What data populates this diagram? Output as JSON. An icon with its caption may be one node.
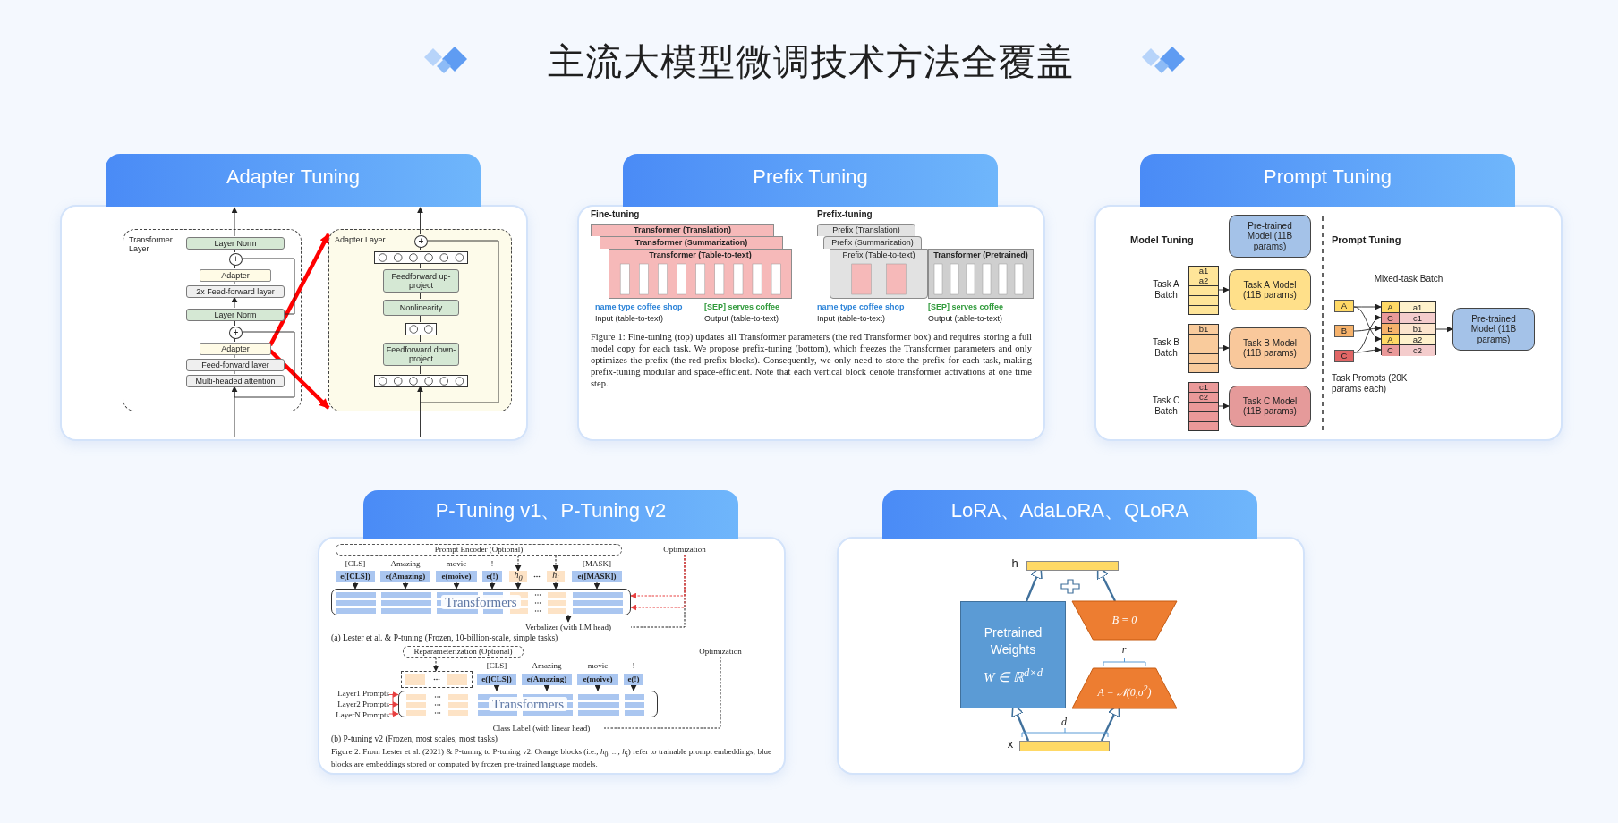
{
  "diagram": {
    "title": "主流大模型微调技术方法全覆盖",
    "nodes": [
      {
        "text": [
          "Adapter Tuning"
        ]
      },
      {
        "text": [
          "Transformer Layer"
        ],
        "in": 0
      },
      {
        "text": [
          "Layer Norm"
        ],
        "in": 1
      },
      {
        "text": [
          "+"
        ],
        "in": 1
      },
      {
        "text": [
          "Adapter"
        ],
        "in": 1
      },
      {
        "text": [
          "2x Feed-forward layer"
        ],
        "in": 1
      },
      {
        "text": [
          "Layer Norm"
        ],
        "in": 1
      },
      {
        "text": [
          "+"
        ],
        "in": 1
      },
      {
        "text": [
          "Adapter"
        ],
        "in": 1
      },
      {
        "text": [
          "Feed-forward layer"
        ],
        "in": 1
      },
      {
        "text": [
          "Multi-headed attention"
        ],
        "in": 1
      },
      {
        "text": [
          "Adapter Layer"
        ],
        "in": 0
      },
      {
        "text": [
          "+"
        ],
        "in": 11
      },
      {
        "text": [],
        "shape": "box",
        "in": 11
      },
      {
        "text": [
          "Feedforward up-project"
        ],
        "in": 11
      },
      {
        "text": [
          "Nonlinearity"
        ],
        "in": 11
      },
      {
        "text": [],
        "shape": "box",
        "in": 11
      },
      {
        "text": [
          "Feedforward down-project"
        ],
        "in": 11
      },
      {
        "text": [],
        "shape": "box",
        "in": 11
      },
      {
        "text": [
          "Prefix Tuning"
        ]
      },
      {
        "text": [
          "Transformer (Translation)"
        ],
        "in": 19
      },
      {
        "text": [
          "Transformer (Summarization)"
        ],
        "in": 19
      },
      {
        "text": [
          "Transformer (Table-to-text)"
        ],
        "in": 19
      },
      {
        "text": [
          "Prefix (Translation)"
        ],
        "in": 19
      },
      {
        "text": [
          "Prefix (Summarization)"
        ],
        "in": 19
      },
      {
        "text": [
          "Prefix (Table-to-text)"
        ],
        "in": 19
      },
      {
        "text": [
          "Transformer (Pretrained)"
        ],
        "in": 19
      },
      {
        "text": [
          "Prompt Tuning"
        ]
      },
      {
        "text": [
          "Pre-trained Model (11B params)"
        ],
        "in": 27
      },
      {
        "text": [
          "a1",
          "a2"
        ],
        "in": 27,
        "beside": [
          "Task A Batch"
        ]
      },
      {
        "text": [
          "Task A Model (11B params)"
        ],
        "in": 27
      },
      {
        "text": [
          "b1"
        ],
        "in": 27,
        "beside": [
          "Task B Batch"
        ]
      },
      {
        "text": [
          "Task B Model (11B params)"
        ],
        "in": 27
      },
      {
        "text": [
          "c1",
          "c2"
        ],
        "in": 27,
        "beside": [
          "Task C Batch"
        ]
      },
      {
        "text": [
          "Task C Model (11B params)"
        ],
        "in": 27
      },
      {
        "text": [
          "A"
        ],
        "in": 27
      },
      {
        "text": [
          "B"
        ],
        "in": 27
      },
      {
        "text": [
          "C"
        ],
        "in": 27
      },
      {
        "text": [
          "A",
          "a1",
          "C",
          "c1",
          "B",
          "b1",
          "A",
          "a2",
          "C",
          "c2"
        ],
        "in": 27,
        "beside": [
          "Mixed-task Batch"
        ]
      },
      {
        "text": [
          "Pre-trained Model (11B params)"
        ],
        "in": 27
      },
      {
        "text": [
          "P-Tuning v1、P-Tuning v2"
        ]
      },
      {
        "text": [
          "Prompt Encoder (Optional)"
        ],
        "in": 40
      },
      {
        "text": [
          "e([CLS])"
        ],
        "in": 40
      },
      {
        "text": [
          "e(Amazing)"
        ],
        "in": 40
      },
      {
        "text": [
          "e(moive)"
        ],
        "in": 40
      },
      {
        "text": [
          "e(!)"
        ],
        "in": 40
      },
      {
        "text": [
          "*h*$_{0}$"
        ],
        "in": 40
      },
      {
        "text": [
          "*h*$_{i}$"
        ],
        "in": 40
      },
      {
        "text": [
          "e([MASK])"
        ],
        "in": 40
      },
      {
        "text": [
          "Transformers"
        ],
        "in": 40
      },
      {
        "text": [
          "Reparameterization (Optional)"
        ],
        "in": 40
      },
      {
        "text": [
          "e([CLS])"
        ],
        "in": 40
      },
      {
        "text": [
          "e(Amazing)"
        ],
        "in": 40
      },
      {
        "text": [
          "e(moive)"
        ],
        "in": 40
      },
      {
        "text": [
          "e(!)"
        ],
        "in": 40
      },
      {
        "text": [
          "Transformers"
        ],
        "in": 40
      },
      {
        "text": [
          "LoRA、AdaLoRA、QLoRA"
        ]
      },
      {
        "text": [],
        "shape": "bar",
        "in": 56,
        "beside": [
          "h"
        ]
      },
      {
        "text": [
          "Pretrained Weights",
          "W ∈ ℝ$^{d×d}$"
        ],
        "in": 56
      },
      {
        "text": [
          "B = 0"
        ],
        "in": 56
      },
      {
        "text": [
          "A = 𝒩(0,σ$^{2}$)"
        ],
        "in": 56
      },
      {
        "text": [],
        "shape": "bar",
        "in": 56,
        "beside": [
          "x"
        ]
      },
      {
        "text": [
          "Optimization"
        ],
        "in": 40
      },
      {
        "text": [
          "Verbalizer (with LM head)"
        ],
        "in": 40
      },
      {
        "text": [
          "Optimization"
        ],
        "in": 40
      },
      {
        "text": [
          "Layer1 Prompts"
        ],
        "in": 40
      },
      {
        "text": [
          "Layer2 Prompts"
        ],
        "in": 40
      },
      {
        "text": [
          "LayerN Prompts"
        ],
        "in": 40
      },
      {
        "text": [
          "Class Label (with linear head)"
        ],
        "in": 40
      },
      {
        "text": [],
        "shape": "box",
        "in": 40
      }
    ],
    "edges": [
      {
        "from": null,
        "to": 10,
        "arrow": "to"
      },
      {
        "from": 10,
        "to": 9,
        "arrow": "none"
      },
      {
        "from": 9,
        "to": 8,
        "arrow": "none"
      },
      {
        "from": 8,
        "to": 7,
        "arrow": "none"
      },
      {
        "from": 7,
        "to": 6,
        "arrow": "none"
      },
      {
        "from": 6,
        "to": 5,
        "arrow": "to"
      },
      {
        "from": 5,
        "to": 4,
        "arrow": "none"
      },
      {
        "from": 4,
        "to": 3,
        "arrow": "none"
      },
      {
        "from": 3,
        "to": 2,
        "arrow": "none"
      },
      {
        "from": 2,
        "to": null,
        "arrow": "to"
      },
      {
        "from": 8,
        "to": 11,
        "arrow": "to",
        "style": "thick",
        "color": "#ff0000"
      },
      {
        "from": 8,
        "to": 11,
        "arrow": "to",
        "style": "thick",
        "color": "#ff0000"
      },
      {
        "from": null,
        "to": 18,
        "arrow": "to"
      },
      {
        "from": 18,
        "to": 17,
        "arrow": "none"
      },
      {
        "from": 17,
        "to": 16,
        "arrow": "none"
      },
      {
        "from": 16,
        "to": 15,
        "arrow": "none"
      },
      {
        "from": 15,
        "to": 14,
        "arrow": "none"
      },
      {
        "from": 14,
        "to": 13,
        "arrow": "none"
      },
      {
        "from": 13,
        "to": 12,
        "arrow": "none"
      },
      {
        "from": 12,
        "to": null,
        "arrow": "to"
      },
      {
        "from": 29,
        "to": 30,
        "arrow": "to"
      },
      {
        "from": 31,
        "to": 32,
        "arrow": "to"
      },
      {
        "from": 33,
        "to": 34,
        "arrow": "to"
      },
      {
        "from": 35,
        "to": 38,
        "arrow": "to"
      },
      {
        "from": 35,
        "to": 38,
        "arrow": "to"
      },
      {
        "from": 36,
        "to": 38,
        "arrow": "to"
      },
      {
        "from": 37,
        "to": 38,
        "arrow": "to"
      },
      {
        "from": 37,
        "to": 38,
        "arrow": "to"
      },
      {
        "from": 38,
        "to": 39,
        "arrow": "to"
      },
      {
        "from": 41,
        "to": 46,
        "arrow": "to",
        "style": "dashed"
      },
      {
        "from": 41,
        "to": 47,
        "arrow": "to",
        "style": "dashed"
      },
      {
        "from": 42,
        "to": 49,
        "arrow": "to"
      },
      {
        "from": 43,
        "to": 49,
        "arrow": "to"
      },
      {
        "from": 44,
        "to": 49,
        "arrow": "to"
      },
      {
        "from": 45,
        "to": 49,
        "arrow": "to"
      },
      {
        "from": 46,
        "to": 49,
        "arrow": "to"
      },
      {
        "from": 47,
        "to": 49,
        "arrow": "to"
      },
      {
        "from": 48,
        "to": 49,
        "arrow": "to"
      },
      {
        "from": 49,
        "to": 63,
        "arrow": "to"
      },
      {
        "from": 50,
        "to": 69,
        "arrow": "to",
        "style": "dashed"
      },
      {
        "from": 51,
        "to": 55,
        "arrow": "to"
      },
      {
        "from": 52,
        "to": 55,
        "arrow": "to"
      },
      {
        "from": 53,
        "to": 55,
        "arrow": "to"
      },
      {
        "from": 54,
        "to": 55,
        "arrow": "to"
      },
      {
        "from": 61,
        "to": 58,
        "arrow": "to",
        "color": "#41719c"
      },
      {
        "from": 61,
        "to": 60,
        "arrow": "to",
        "color": "#41719c"
      },
      {
        "from": 58,
        "to": 57,
        "arrow": "to",
        "color": "#41719c"
      },
      {
        "from": 59,
        "to": 57,
        "arrow": "to",
        "color": "#41719c"
      },
      {
        "from": 10,
        "to": 7,
        "arrow": "none"
      },
      {
        "from": 6,
        "to": 3,
        "arrow": "none"
      },
      {
        "from": null,
        "to": 12,
        "arrow": "none"
      },
      {
        "from": 62,
        "to": 63,
        "arrow": "none",
        "style": "dashed"
      },
      {
        "from": 62,
        "to": 49,
        "arrow": "to",
        "style": "dashed",
        "color": "#e84040"
      },
      {
        "from": 62,
        "to": 49,
        "arrow": "to",
        "style": "dashed",
        "color": "#e84040"
      },
      {
        "from": 64,
        "to": 68,
        "arrow": "none",
        "style": "dashed"
      },
      {
        "from": 65,
        "to": 55,
        "arrow": "to",
        "color": "#e84040"
      },
      {
        "from": 66,
        "to": 55,
        "arrow": "to",
        "color": "#e84040"
      },
      {
        "from": 67,
        "to": 55,
        "arrow": "to",
        "color": "#e84040"
      }
    ],
    "labels": [
      "Fine-tuning",
      "name type coffee shop",
      "[SEP] serves coffee",
      "Input (table-to-text)",
      "Output (table-to-text)",
      "Prefix-tuning",
      "name type coffee shop",
      "[SEP] serves coffee",
      "Input (table-to-text)",
      "Output (table-to-text)",
      "Figure 1: Fine-tuning (top) updates all Transformer parameters (the red Transformer box) and requires storing a full model copy for each task. We propose prefix-tuning (bottom), which freezes the Transformer parameters and only optimizes the prefix (the red prefix blocks). Consequently, we only need to store the prefix for each task, making prefix-tuning modular and space-efficient. Note that each vertical block denote transformer activations at one time step.",
      "Model Tuning",
      "Prompt Tuning",
      "Task Prompts (20K params each)",
      "[CLS]",
      "Amazing",
      "movie",
      "!",
      "[MASK]",
      "(a) Lester et al. & P-tuning (Frozen, 10-billion-scale, simple tasks)",
      "[CLS]",
      "Amazing",
      "movie",
      "!",
      "(b) P-tuning v2 (Frozen, most scales, most tasks)",
      "Figure 2: From Lester et al. (2021) & P-tuning to P-tuning v2. Orange blocks (i.e., *h*$_{0}$, ..., *h*$_{i}$) refer to trainable prompt embeddings; blue blocks are embeddings stored or computed by frozen pre-trained language models.",
      "r",
      "d"
    ]
  }
}
